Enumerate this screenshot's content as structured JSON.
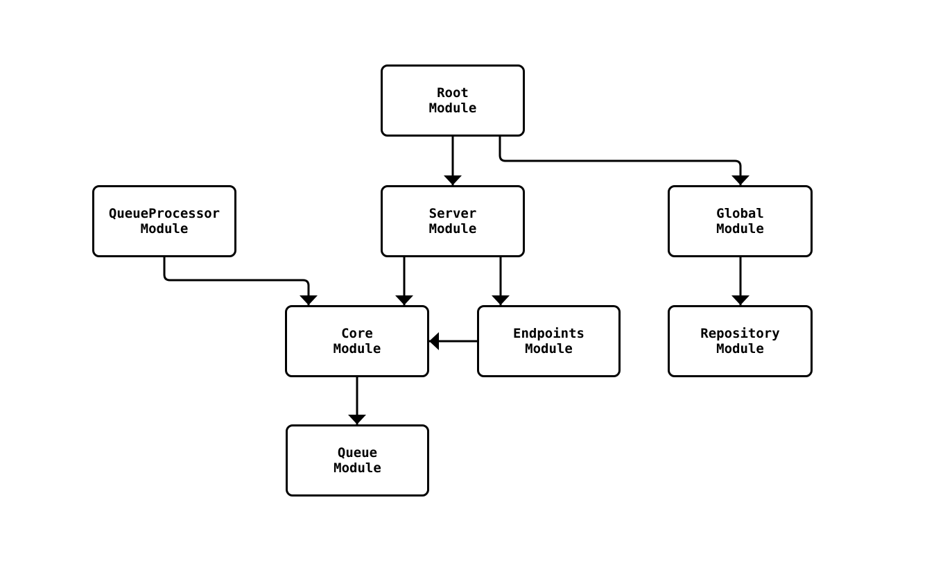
{
  "diagram": {
    "type": "module-dependency-graph",
    "background_color": "#ffffff",
    "stroke_color": "#000000",
    "text_color": "#000000",
    "node_fill_color": "#ffffff",
    "nodes": {
      "root": {
        "line1": "Root",
        "line2": "Module"
      },
      "queue_processor": {
        "line1": "QueueProcessor",
        "line2": "Module"
      },
      "server": {
        "line1": "Server",
        "line2": "Module"
      },
      "global": {
        "line1": "Global",
        "line2": "Module"
      },
      "core": {
        "line1": "Core",
        "line2": "Module"
      },
      "endpoints": {
        "line1": "Endpoints",
        "line2": "Module"
      },
      "repository": {
        "line1": "Repository",
        "line2": "Module"
      },
      "queue": {
        "line1": "Queue",
        "line2": "Module"
      }
    },
    "edges": [
      {
        "from": "Root Module",
        "to": "Server Module"
      },
      {
        "from": "Root Module",
        "to": "Global Module"
      },
      {
        "from": "QueueProcessor Module",
        "to": "Core Module"
      },
      {
        "from": "Server Module",
        "to": "Core Module"
      },
      {
        "from": "Server Module",
        "to": "Endpoints Module"
      },
      {
        "from": "Endpoints Module",
        "to": "Core Module"
      },
      {
        "from": "Global Module",
        "to": "Repository Module"
      },
      {
        "from": "Core Module",
        "to": "Queue Module"
      }
    ]
  }
}
